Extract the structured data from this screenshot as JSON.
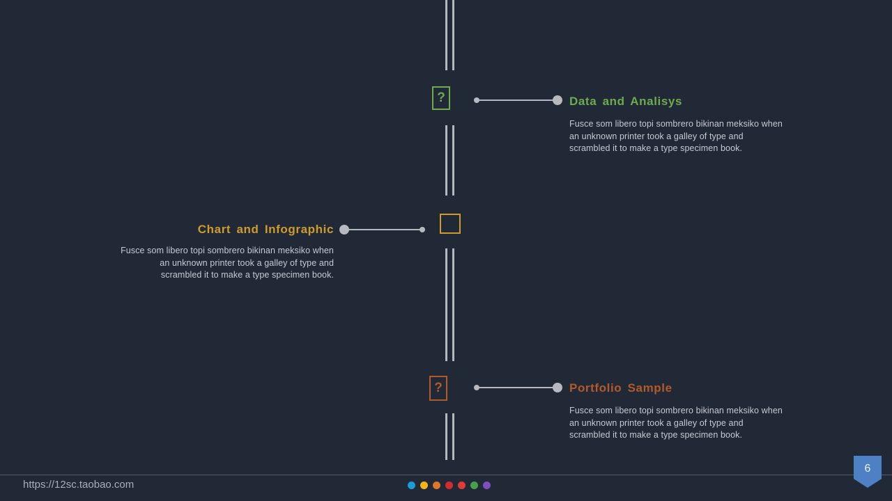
{
  "timeline": {
    "line_color": "#b6bac0",
    "items": [
      {
        "title": "Data and Analisys",
        "body": "Fusce som libero topi sombrero bikinan meksiko when an unknown printer took a galley of type and scrambled it to make a type specimen book.",
        "side": "right",
        "accent_color": "#6faa4e",
        "icon": "missing-glyph-box",
        "icon_glyph": "?"
      },
      {
        "title": "Chart and Infographic",
        "body": "Fusce som libero topi sombrero bikinan meksiko when an unknown printer took a galley of type and scrambled it to make a type specimen book.",
        "side": "left",
        "accent_color": "#cf9b2a",
        "icon": "empty-square",
        "icon_glyph": ""
      },
      {
        "title": "Portfolio Sample",
        "body": "Fusce som libero topi sombrero bikinan meksiko when an unknown printer took a galley of type and scrambled it to make a type specimen book.",
        "side": "right",
        "accent_color": "#b35a28",
        "icon": "missing-glyph-box",
        "icon_glyph": "?"
      }
    ]
  },
  "footer": {
    "url": "https://12sc.taobao.com",
    "dot_colors": [
      "#1e9ad6",
      "#f3b616",
      "#e0752c",
      "#d32c2c",
      "#e23b35",
      "#48a04a",
      "#7d4fc0"
    ],
    "page_badge": {
      "number": "6",
      "color": "#4d80c4"
    }
  }
}
